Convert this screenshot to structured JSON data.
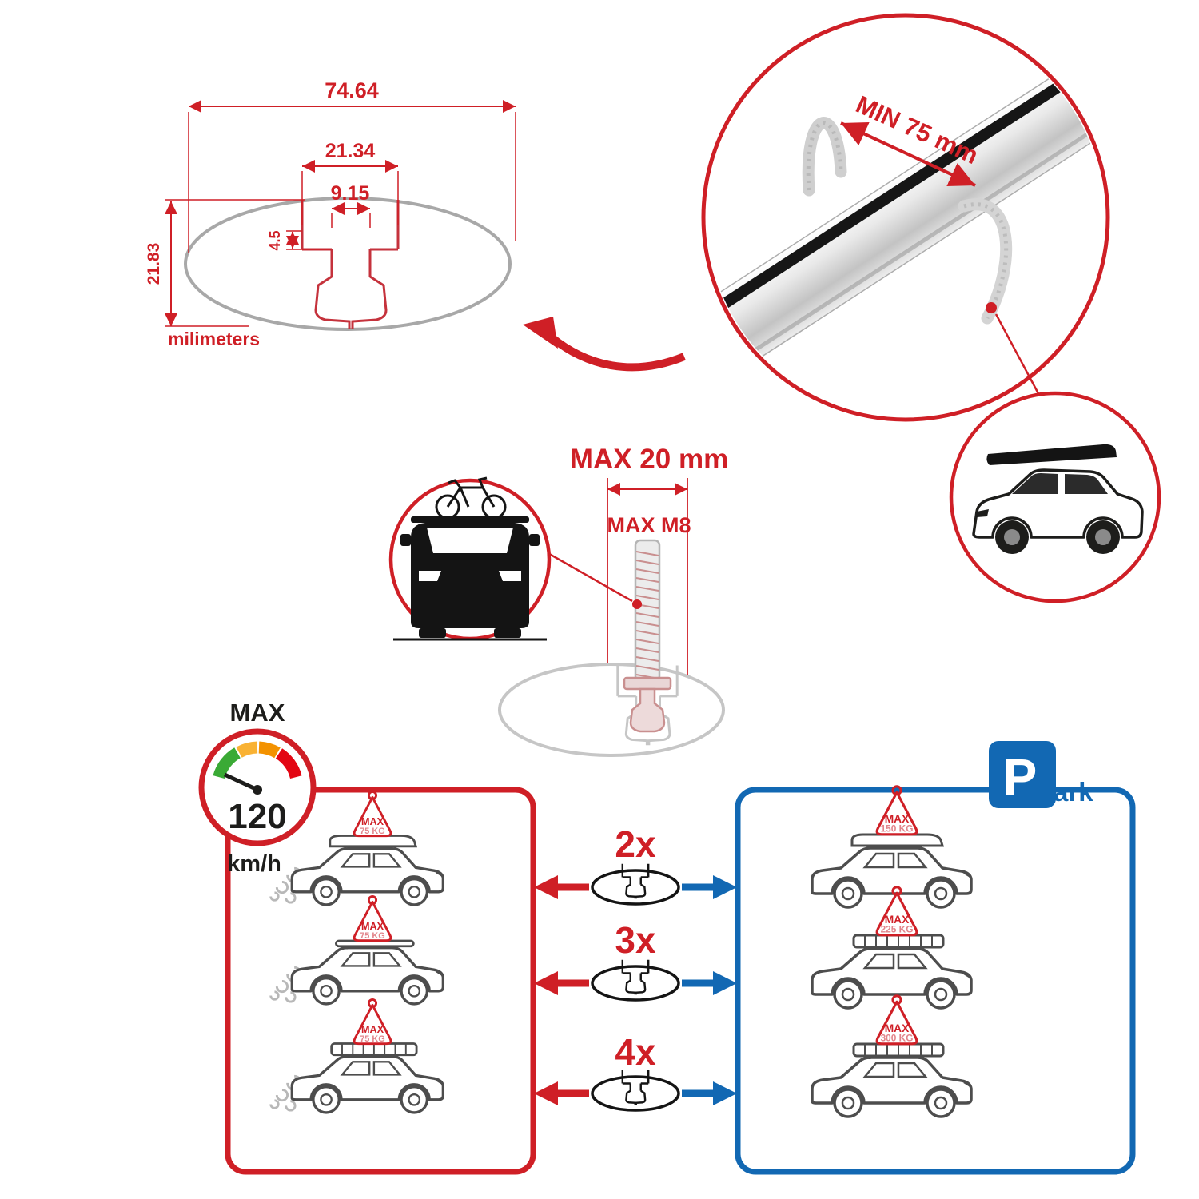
{
  "colors": {
    "red": "#cf1f26",
    "blue": "#1268b3",
    "gray": "#9d9d9c",
    "dark": "#1d1d1b"
  },
  "dimensions": {
    "total_width": "74.64",
    "slot_outer_width": "21.34",
    "slot_inner_width": "9.15",
    "lip_depth": "4.5",
    "total_height": "21.83",
    "units": "milimeters"
  },
  "bar_detail": {
    "min_span": "MIN 75 mm"
  },
  "bolt": {
    "max_width": "MAX 20 mm",
    "max_thread": "MAX M8"
  },
  "speed_zone": {
    "gauge_label": "MAX",
    "gauge_value": "120",
    "gauge_units": "km/h",
    "cars": [
      {
        "flag_title": "MAX",
        "flag_value": "75 KG"
      },
      {
        "flag_title": "MAX",
        "flag_value": "75 KG"
      },
      {
        "flag_title": "MAX",
        "flag_value": "75 KG"
      }
    ]
  },
  "park_zone": {
    "sign_p": "P",
    "sign_rest": "ark",
    "cars": [
      {
        "flag_title": "MAX",
        "flag_value": "150 KG"
      },
      {
        "flag_title": "MAX",
        "flag_value": "225 KG"
      },
      {
        "flag_title": "MAX",
        "flag_value": "300 KG"
      }
    ]
  },
  "quantities": [
    {
      "label": "2x"
    },
    {
      "label": "3x"
    },
    {
      "label": "4x"
    }
  ]
}
